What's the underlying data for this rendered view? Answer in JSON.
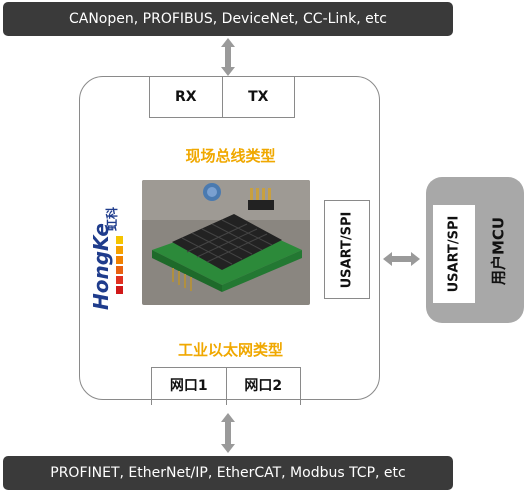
{
  "top_bar": {
    "text": "CANopen, PROFIBUS, DeviceNet, CC-Link, etc"
  },
  "bottom_bar": {
    "text": "PROFINET, EtherNet/IP, EtherCAT, Modbus TCP, etc"
  },
  "module": {
    "serial_ports": {
      "rx": "RX",
      "tx": "TX"
    },
    "fieldbus_type_label": "现场总线类型",
    "ethernet_type_label": "工业以太网类型",
    "network_ports": {
      "port1": "网口1",
      "port2": "网口2"
    },
    "interface_label": "USART/SPI",
    "logo": {
      "brand": "HongKe",
      "chinese": "虹科"
    }
  },
  "user_mcu": {
    "interface_label": "USART/SPI",
    "label": "用户MCU"
  },
  "colors": {
    "dark_bar": "#3a3a3a",
    "accent_text": "#f0a800",
    "logo_blue": "#1f3c8c",
    "mcu_box": "#a8a8a8",
    "arrow": "#9a9a9a"
  }
}
